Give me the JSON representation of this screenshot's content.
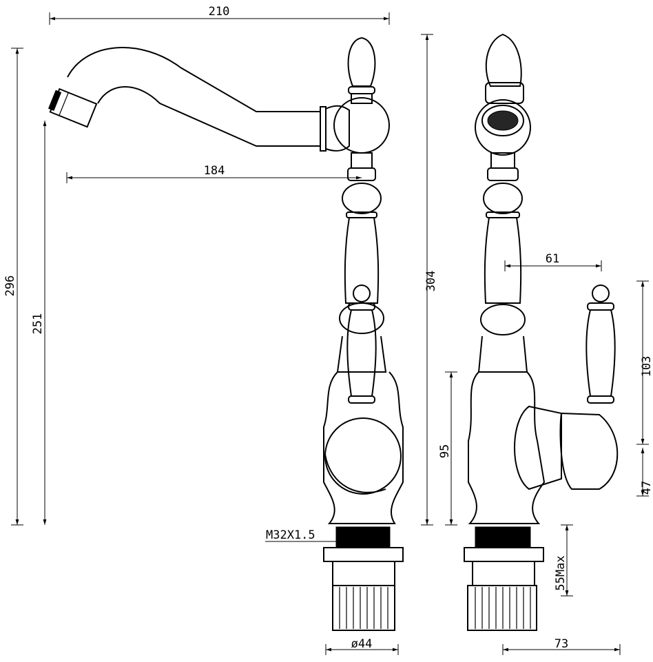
{
  "dimensions": {
    "total_width": "210",
    "spout_reach": "184",
    "total_height": "296",
    "spout_height": "251",
    "height_side": "304",
    "handle_offset": "61",
    "handle_height": "103",
    "body_height": "95",
    "handle_base": "47",
    "thread": "M32X1.5",
    "max_thickness": "55Max",
    "base_diameter": "ø44",
    "base_depth": "73"
  }
}
